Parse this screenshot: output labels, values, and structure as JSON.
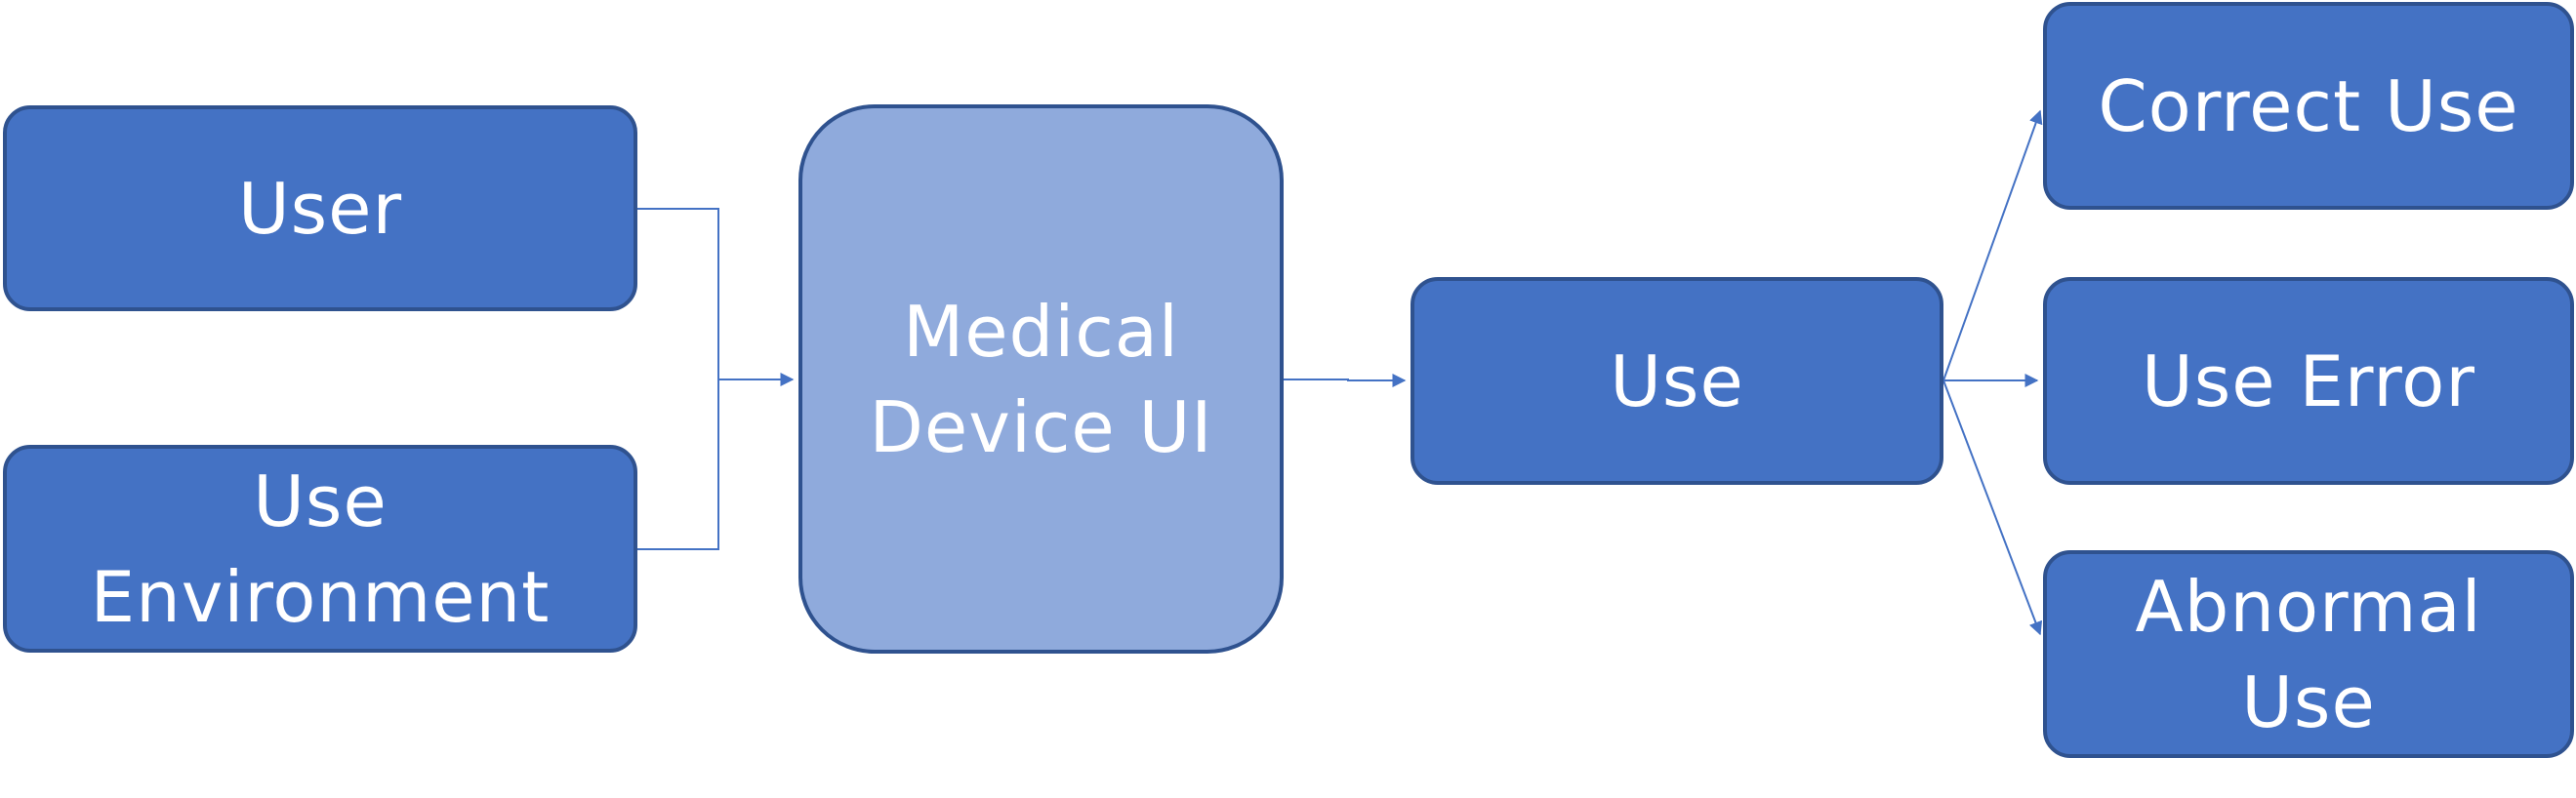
{
  "nodes": {
    "user": "User",
    "use_environment": "Use Environment",
    "medical_device_ui": "Medical Device UI",
    "use": "Use",
    "correct_use": "Correct Use",
    "use_error": "Use Error",
    "abnormal_use": "Abnormal Use"
  },
  "colors": {
    "node_fill": "#4472c4",
    "node_border": "#2f528f",
    "device_ui_fill": "#8faadc",
    "connector": "#4472c4",
    "text": "#ffffff"
  }
}
